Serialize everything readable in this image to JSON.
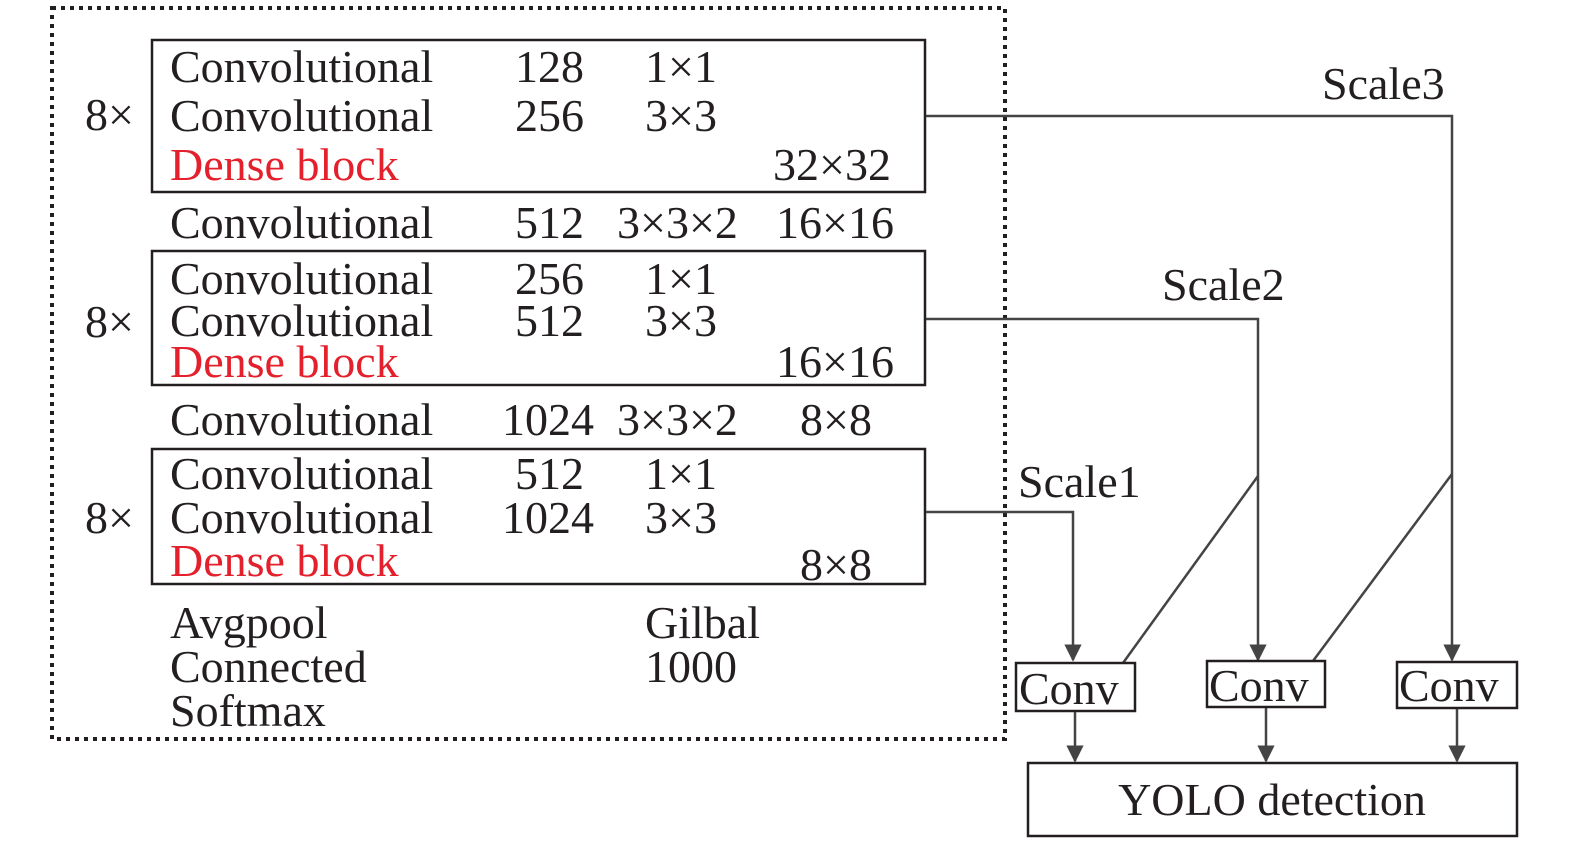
{
  "backbone": {
    "block1": {
      "repeat": "8×",
      "rows": [
        {
          "type": "Convolutional",
          "filters": "128",
          "size": "1×1",
          "output": ""
        },
        {
          "type": "Convolutional",
          "filters": "256",
          "size": "3×3",
          "output": ""
        }
      ],
      "dense": {
        "label": "Dense block",
        "output": "32×32"
      }
    },
    "trans1": {
      "type": "Convolutional",
      "filters": "512",
      "size": "3×3×2",
      "output": "16×16"
    },
    "block2": {
      "repeat": "8×",
      "rows": [
        {
          "type": "Convolutional",
          "filters": "256",
          "size": "1×1",
          "output": ""
        },
        {
          "type": "Convolutional",
          "filters": "512",
          "size": "3×3",
          "output": ""
        }
      ],
      "dense": {
        "label": "Dense block",
        "output": "16×16"
      }
    },
    "trans2": {
      "type": "Convolutional",
      "filters": "1024",
      "size": "3×3×2",
      "output": "8×8"
    },
    "block3": {
      "repeat": "8×",
      "rows": [
        {
          "type": "Convolutional",
          "filters": "512",
          "size": "1×1",
          "output": ""
        },
        {
          "type": "Convolutional",
          "filters": "1024",
          "size": "3×3",
          "output": ""
        }
      ],
      "dense": {
        "label": "Dense block",
        "output": "8×8"
      }
    },
    "tail": [
      {
        "type": "Avgpool",
        "value": "Gilbal"
      },
      {
        "type": "Connected",
        "value": "1000"
      },
      {
        "type": "Softmax",
        "value": ""
      }
    ]
  },
  "head": {
    "scales": [
      "Scale1",
      "Scale2",
      "Scale3"
    ],
    "conv_label": "Conv",
    "detection_label": "YOLO detection"
  },
  "colors": {
    "text": "#231f20",
    "dense": "#e3202b",
    "line": "#444444"
  }
}
